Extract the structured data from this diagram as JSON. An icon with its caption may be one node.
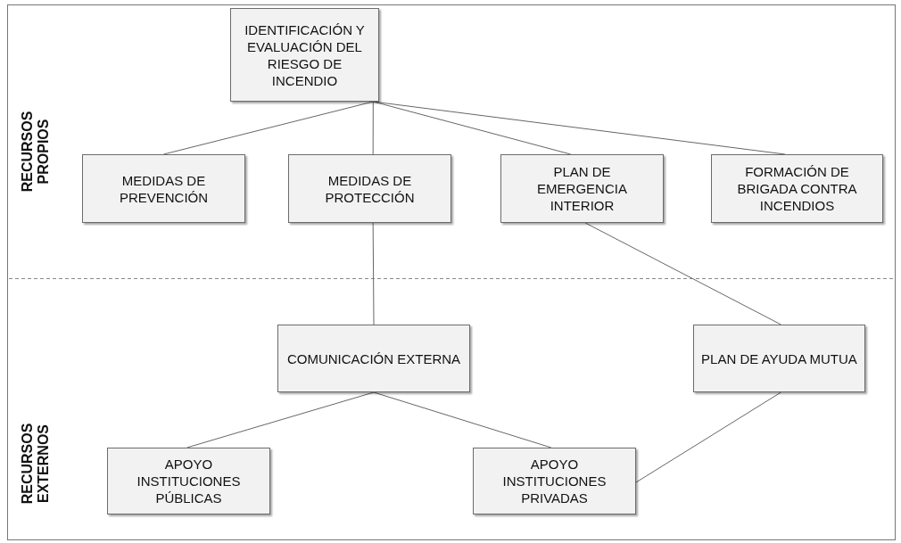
{
  "diagram": {
    "nodes": [
      {
        "text": [
          "IDENTIFICACIÓN Y EVALUACIÓN DEL RIESGO DE INCENDIO"
        ]
      },
      {
        "text": [
          "MEDIDAS DE PREVENCIÓN"
        ]
      },
      {
        "text": [
          "MEDIDAS DE PROTECCIÓN"
        ]
      },
      {
        "text": [
          "PLAN DE EMERGENCIA INTERIOR"
        ]
      },
      {
        "text": [
          "FORMACIÓN DE BRIGADA CONTRA INCENDIOS"
        ]
      },
      {
        "text": [
          "COMUNICACIÓN EXTERNA"
        ]
      },
      {
        "text": [
          "PLAN DE AYUDA MUTUA"
        ]
      },
      {
        "text": [
          "APOYO INSTITUCIONES PÚBLICAS"
        ]
      },
      {
        "text": [
          "APOYO INSTITUCIONES PRIVADAS"
        ]
      }
    ],
    "edges": [
      {
        "from": 0,
        "to": 1,
        "arrow": "none"
      },
      {
        "from": 0,
        "to": 2,
        "arrow": "none"
      },
      {
        "from": 0,
        "to": 3,
        "arrow": "none"
      },
      {
        "from": 0,
        "to": 4,
        "arrow": "none"
      },
      {
        "from": 2,
        "to": 5,
        "arrow": "none"
      },
      {
        "from": 3,
        "to": 6,
        "arrow": "none"
      },
      {
        "from": 5,
        "to": 7,
        "arrow": "none"
      },
      {
        "from": 5,
        "to": 8,
        "arrow": "none"
      },
      {
        "from": 6,
        "to": 8,
        "arrow": "none"
      }
    ],
    "labels": [
      "RECURSOS PROPIOS",
      "RECURSOS EXTERNOS"
    ]
  }
}
